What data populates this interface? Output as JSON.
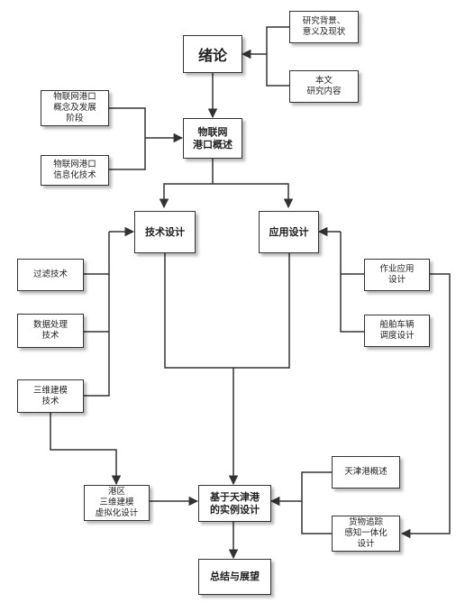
{
  "nodes": {
    "research_bg": "研究背景、\n意义及现状",
    "research_content": "本文\n研究内容",
    "intro": "绪论",
    "iot_concept": "物联网港口\n概念及发展\n阶段",
    "iot_info_tech": "物联网港口\n信息化技术",
    "iot_overview": "物联网\n港口概述",
    "tech_design": "技术设计",
    "app_design": "应用设计",
    "filter_tech": "过滤技术",
    "data_processing": "数据处理\n技术",
    "modeling_3d": "三维建模\n技术",
    "job_app": "作业应用\n设计",
    "vessel_dispatch": "船舶车辆\n调度设计",
    "port_3d": "港区\n三维建模\n虚拟化设计",
    "tianjin_case": "基于天津港\n的实例设计",
    "tianjin_overview": "天津港概述",
    "cargo_tracking": "货物追踪\n感知一体化\n设计",
    "conclusion": "总结与展望"
  }
}
